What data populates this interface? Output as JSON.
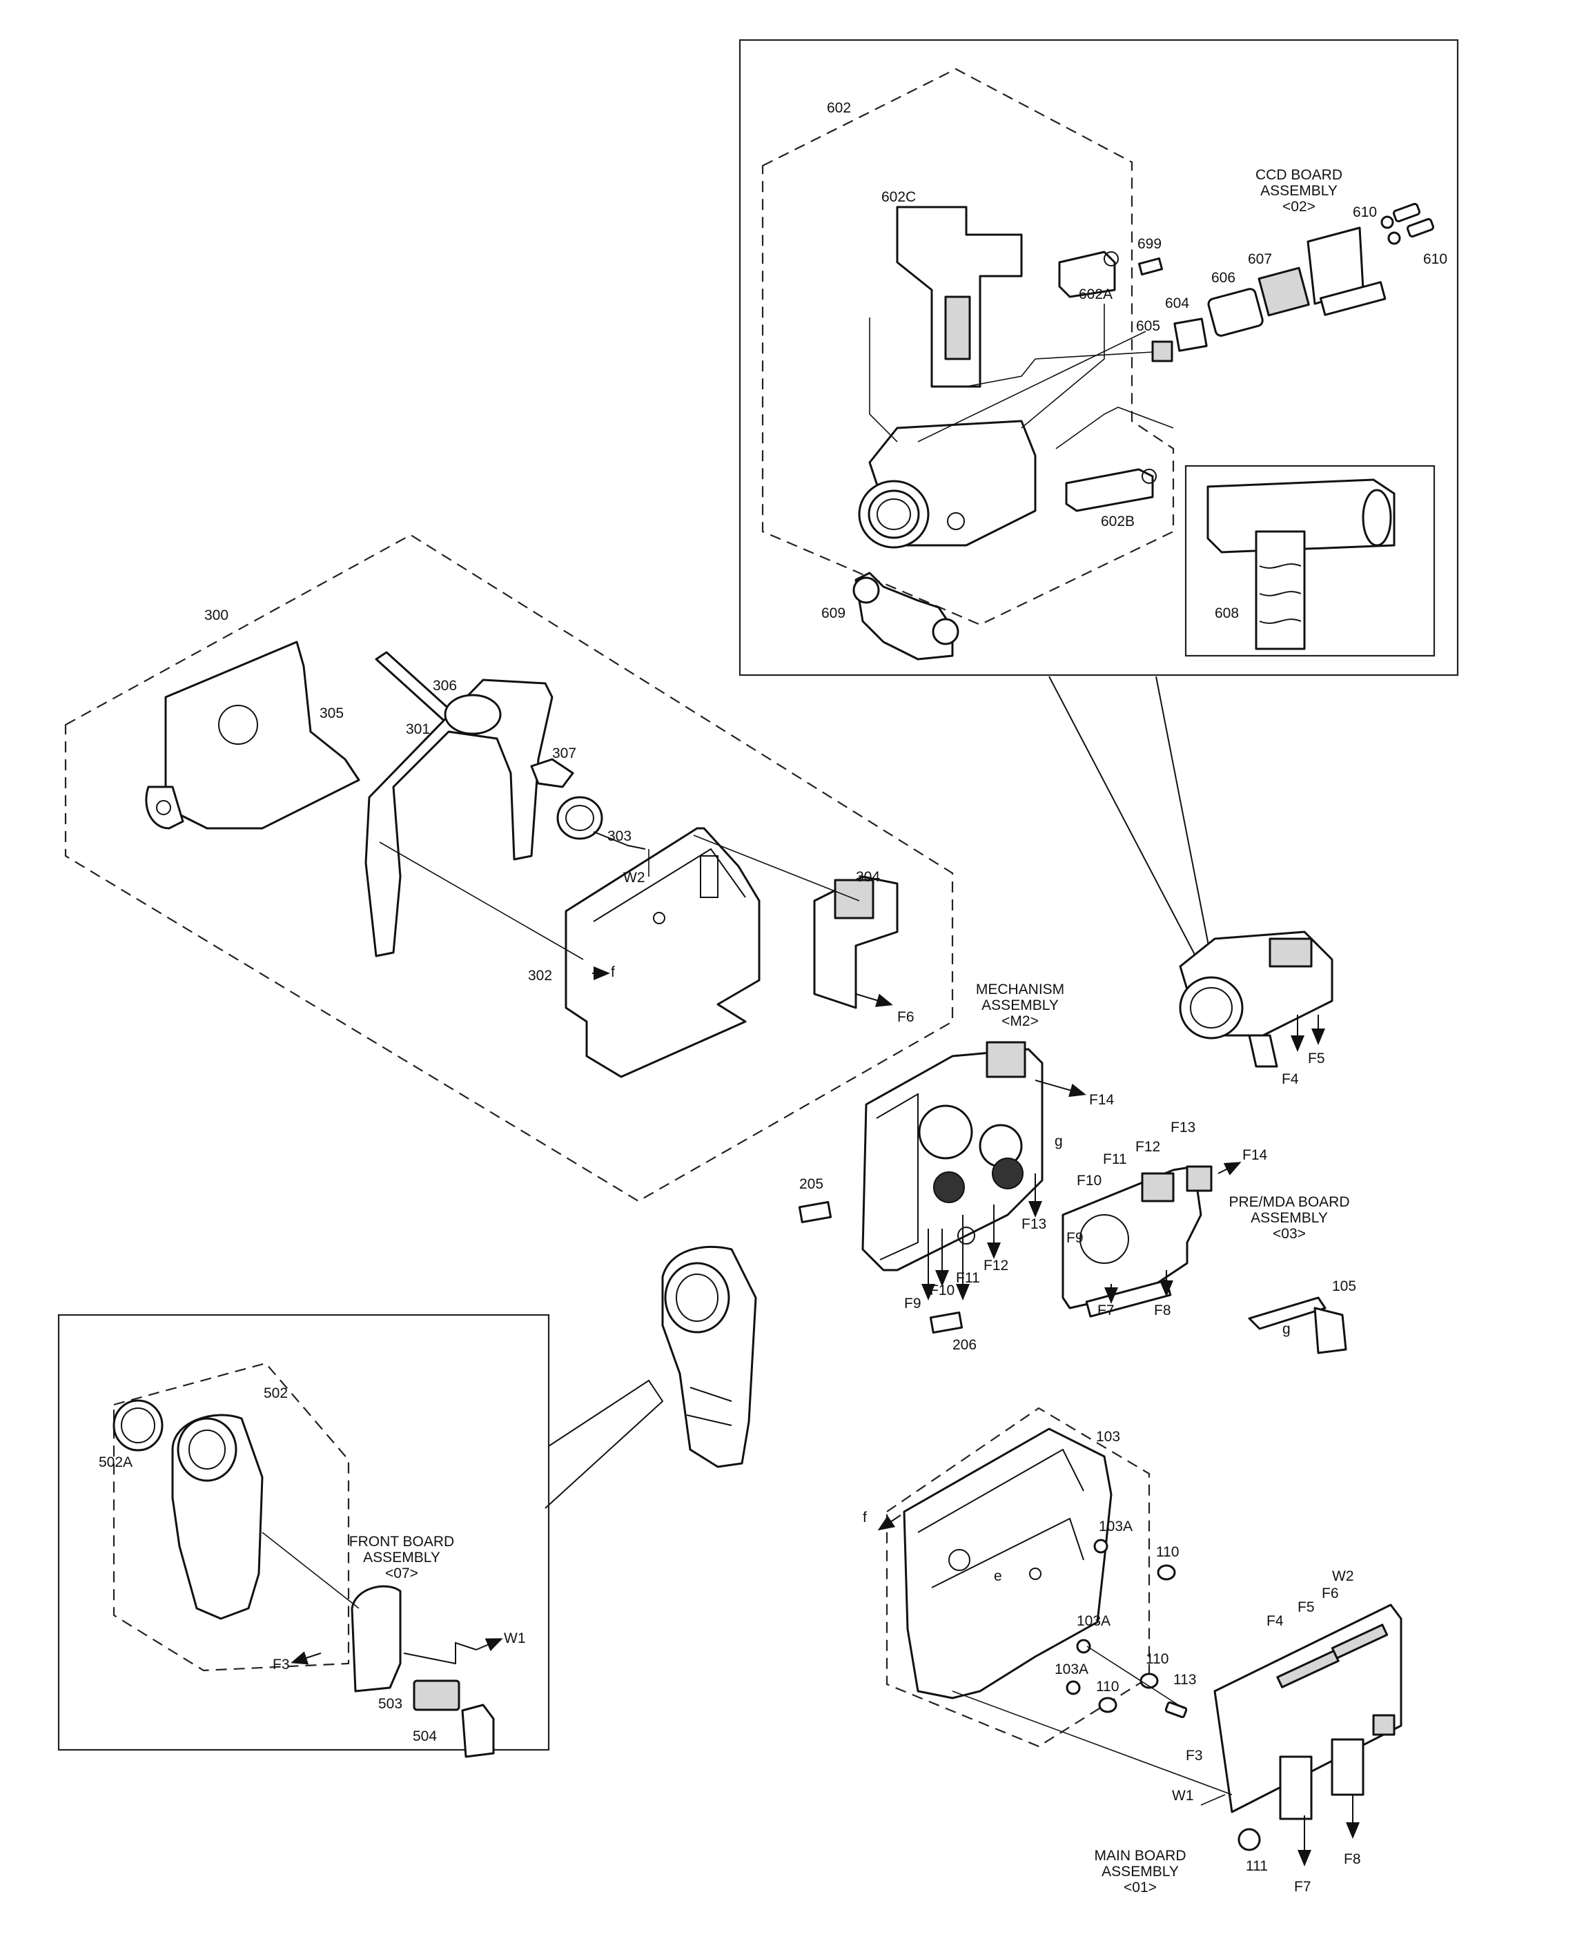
{
  "labels": {
    "l602": "602",
    "l602c": "602C",
    "l602a": "602A",
    "l602b": "602B",
    "l699": "699",
    "l604": "604",
    "l605": "605",
    "l606": "606",
    "l607": "607",
    "l608": "608",
    "l609": "609",
    "l610a": "610",
    "l610b": "610",
    "l300": "300",
    "l301": "301",
    "l302": "302",
    "l303": "303",
    "l304": "304",
    "l305": "305",
    "l306": "306",
    "l307": "307",
    "lw2a": "W2",
    "lf6a": "F6",
    "lfa": "f",
    "l205": "205",
    "l206": "206",
    "lf9a": "F9",
    "lf10a": "F10",
    "lf11a": "F11",
    "lf12a": "F12",
    "lf13a": "F13",
    "lf14a": "F14",
    "lga": "g",
    "lf10b": "F10",
    "lf11b": "F11",
    "lf12b": "F12",
    "lf13b": "F13",
    "lf14b": "F14",
    "lf9b": "F9",
    "lf7a": "F7",
    "lf8a": "F8",
    "l105": "105",
    "lgb": "g",
    "lf4a": "F4",
    "lf5a": "F5",
    "l502": "502",
    "l502a": "502A",
    "l503": "503",
    "l504": "504",
    "lf3a": "F3",
    "lw1a": "W1",
    "l103": "103",
    "l103a1": "103A",
    "l103a2": "103A",
    "l103a3": "103A",
    "l110a": "110",
    "l110b": "110",
    "l110c": "110",
    "l113": "113",
    "lfb": "f",
    "le": "e",
    "lf4b": "F4",
    "lf5b": "F5",
    "lf6b": "F6",
    "lw2b": "W2",
    "lf3b": "F3",
    "lw1b": "W1",
    "l111": "111",
    "lf7b": "F7",
    "lf8b": "F8"
  },
  "titles": {
    "ccd": {
      "line1": "CCD BOARD",
      "line2": "ASSEMBLY",
      "line3": "<02>"
    },
    "mech": {
      "line1": "MECHANISM",
      "line2": "ASSEMBLY",
      "line3": "<M2>"
    },
    "pre": {
      "line1": "PRE/MDA BOARD",
      "line2": "ASSEMBLY",
      "line3": "<03>"
    },
    "front": {
      "line1": "FRONT BOARD",
      "line2": "ASSEMBLY",
      "line3": "<07>"
    },
    "main": {
      "line1": "MAIN BOARD",
      "line2": "ASSEMBLY",
      "line3": "<01>"
    }
  }
}
